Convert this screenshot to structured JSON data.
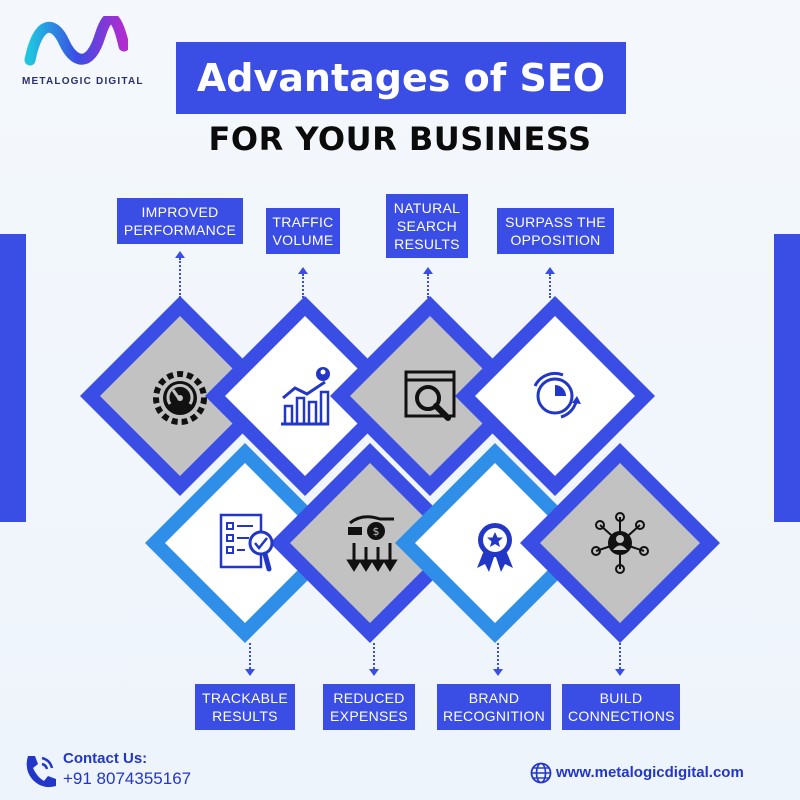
{
  "brand": {
    "name": "METALOGIC DIGITAL"
  },
  "title": "Advantages of SEO",
  "subtitle": "FOR YOUR BUSINESS",
  "top_labels": [
    {
      "line1": "IMPROVED",
      "line2": "PERFORMANCE"
    },
    {
      "line1": "TRAFFIC",
      "line2": "VOLUME"
    },
    {
      "line1": "NATURAL",
      "line2": "SEARCH",
      "line3": "RESULTS"
    },
    {
      "line1": "SURPASS THE",
      "line2": "OPPOSITION"
    }
  ],
  "bottom_labels": [
    {
      "line1": "TRACKABLE",
      "line2": "RESULTS"
    },
    {
      "line1": "REDUCED",
      "line2": "EXPENSES"
    },
    {
      "line1": "BRAND",
      "line2": "RECOGNITION"
    },
    {
      "line1": "BUILD",
      "line2": "CONNECTIONS"
    }
  ],
  "icons": {
    "top": [
      "speedometer-gear-icon",
      "growth-chart-icon",
      "search-window-icon",
      "pie-refresh-icon"
    ],
    "bottom": [
      "checklist-magnifier-icon",
      "money-down-arrows-icon",
      "award-badge-icon",
      "network-person-icon"
    ]
  },
  "contact": {
    "label": "Contact Us:",
    "phone": "+91 8074355167"
  },
  "website": "www.metalogicdigital.com",
  "colors": {
    "primary": "#3a4de4",
    "secondary": "#2f8fe8",
    "gray": "#c2c2c2",
    "white": "#ffffff"
  }
}
